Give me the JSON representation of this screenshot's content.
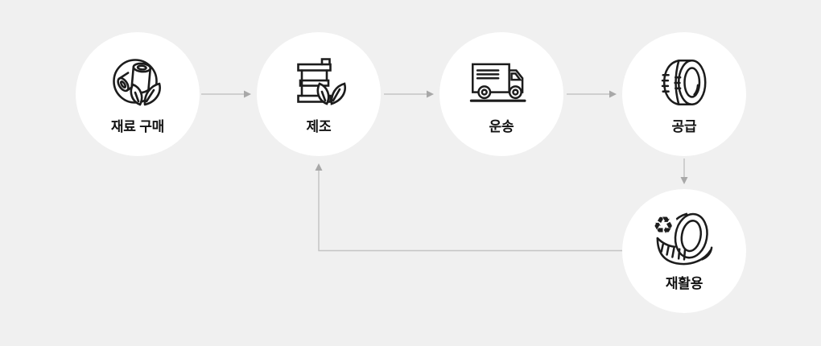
{
  "diagram": {
    "steps": [
      {
        "label": "재료 구매",
        "icon": "material-rolls-leaf-icon"
      },
      {
        "label": "제조",
        "icon": "oil-drum-leaf-icon"
      },
      {
        "label": "운송",
        "icon": "delivery-truck-icon"
      },
      {
        "label": "공급",
        "icon": "tire-icon"
      },
      {
        "label": "재활용",
        "icon": "recycling-tire-icon"
      }
    ],
    "connectors": [
      {
        "from": "재료 구매",
        "to": "제조",
        "direction": "right"
      },
      {
        "from": "제조",
        "to": "운송",
        "direction": "right"
      },
      {
        "from": "운송",
        "to": "공급",
        "direction": "right"
      },
      {
        "from": "공급",
        "to": "재활용",
        "direction": "down"
      },
      {
        "from": "재활용",
        "to": "제조",
        "direction": "left-then-up"
      }
    ],
    "colors": {
      "background": "#f0f0f0",
      "node_fill": "#ffffff",
      "connector_line": "#c4c4c4",
      "connector_arrow": "#a8a8a8",
      "icon_stroke": "#1c1c1c",
      "label_color": "#121212"
    }
  }
}
